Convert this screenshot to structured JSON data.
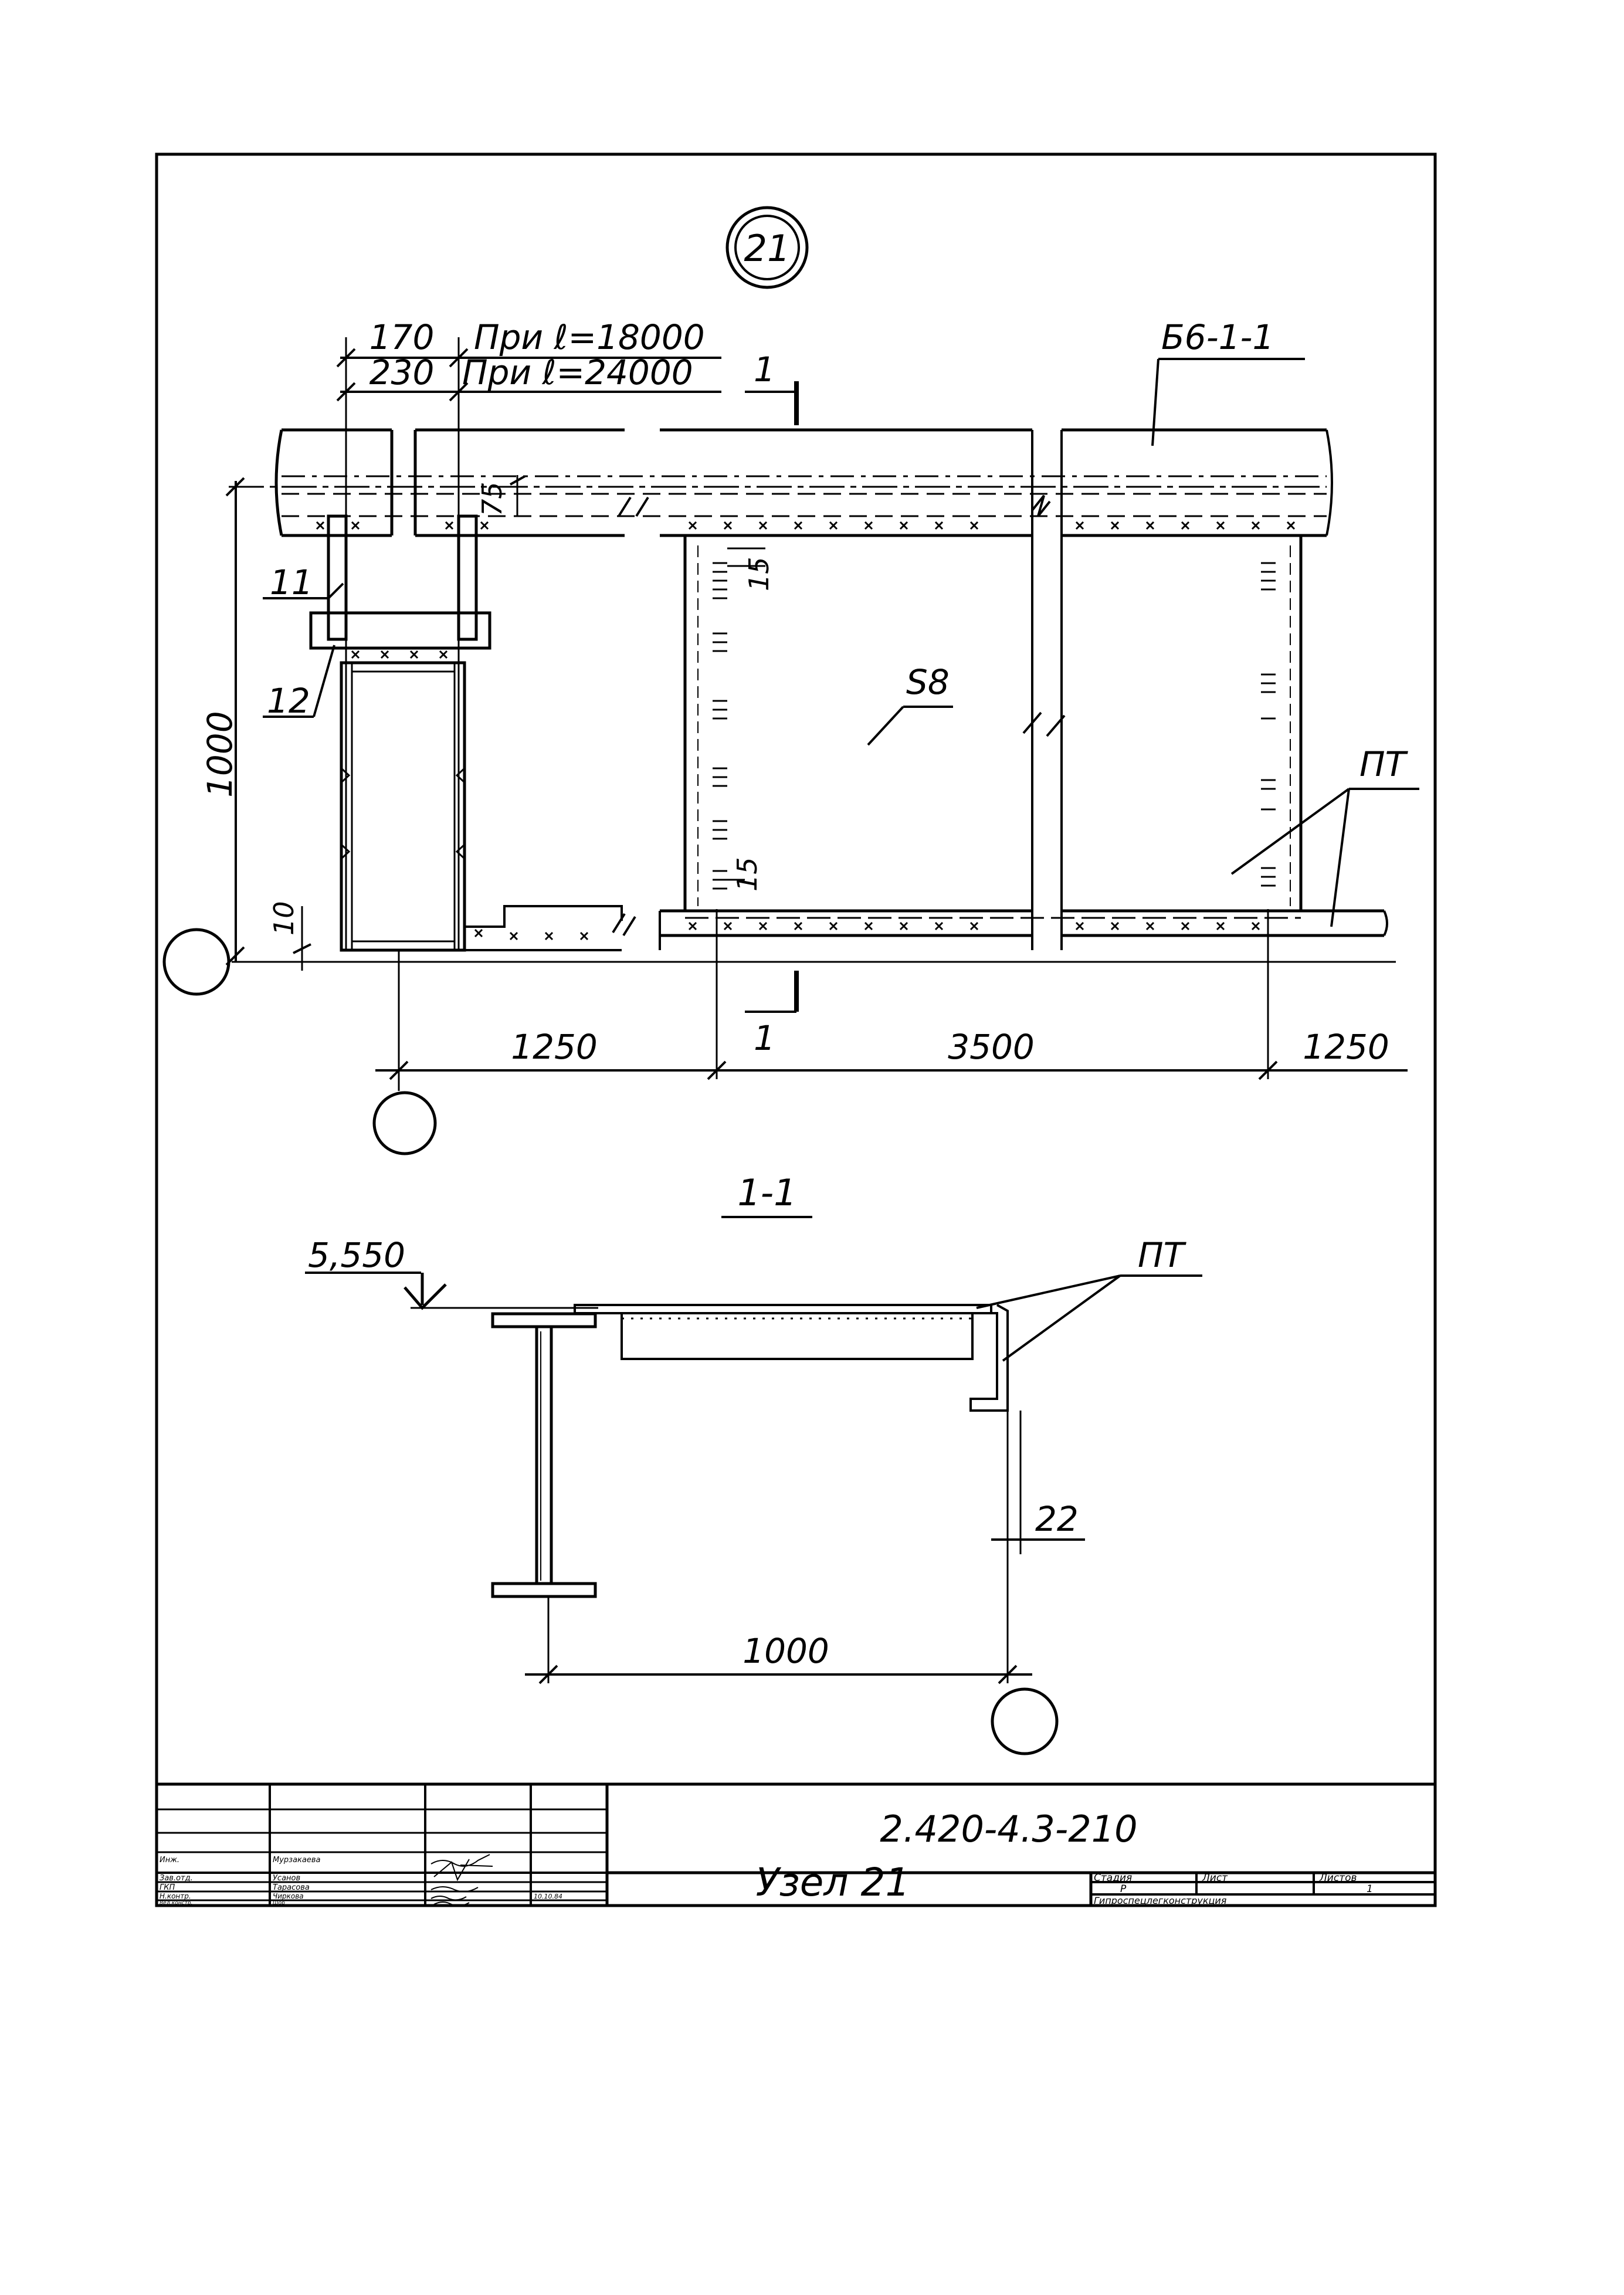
{
  "node_marker": "21",
  "plan": {
    "dims_top": [
      {
        "value": "170",
        "note": "При ℓ=18000"
      },
      {
        "value": "230",
        "note": "При ℓ=24000"
      }
    ],
    "beam_label": "Б6-1-1",
    "section_mark": "1",
    "plate_label": "S8",
    "pt_label": "ПТ",
    "dim_1000": "1000",
    "dim_10": "10",
    "dim_75": "75",
    "dim_15_top": "15",
    "dim_15_bottom": "15",
    "part_11": "11",
    "part_12": "12",
    "bottom_dims": [
      "1250",
      "3500",
      "1250"
    ]
  },
  "section": {
    "title": "1-1",
    "elevation": "5,550",
    "pt_label": "ПТ",
    "dim_22": "22",
    "dim_1000": "1000"
  },
  "title_block": {
    "doc_code": "2.420-4.3-210",
    "drawing_name": "Узел 21",
    "stage_header": "Стадия",
    "sheet_header": "Лист",
    "sheets_header": "Листов",
    "stage": "Р",
    "sheet": "",
    "sheets": "1",
    "organization": "Гипроспецлегконструкция",
    "roles": [
      {
        "role": "Зав.отд.",
        "name": "Усанов",
        "date": ""
      },
      {
        "role": "ГКП",
        "name": "Тарасова",
        "date": ""
      },
      {
        "role": "Н.контр.",
        "name": "Чиркова",
        "date": "10.10.84"
      },
      {
        "role": "Вед.констр.",
        "name": "Шор",
        "date": ""
      },
      {
        "role": "Инж.",
        "name": "Мурзакаева",
        "date": ""
      }
    ]
  }
}
